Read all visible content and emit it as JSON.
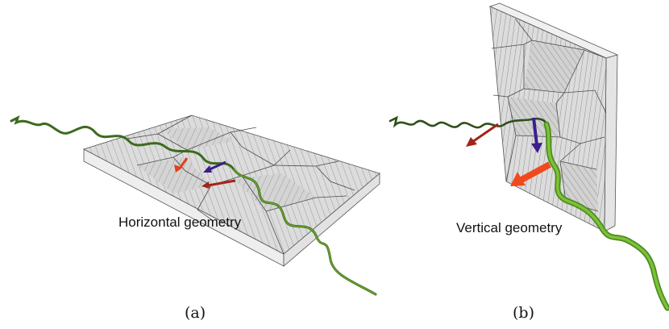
{
  "panels": [
    {
      "id": "a",
      "inset_label": "Horizontal geometry",
      "caption": "(a)"
    },
    {
      "id": "b",
      "inset_label": "Vertical geometry",
      "caption": "(b)"
    }
  ],
  "colors": {
    "slab_top": "#d9d9d9",
    "slab_side": "#eeeeee",
    "slab_edge": "#555555",
    "hatch": "#9a9a9a",
    "cell_edge": "#4a4a4a",
    "wave_dark": "#2f4f1a",
    "wave_light": "#6fa82a",
    "arrow_red": "#e0401a",
    "arrow_purple": "#3b1f8c",
    "arrow_darkred": "#a3241a"
  }
}
